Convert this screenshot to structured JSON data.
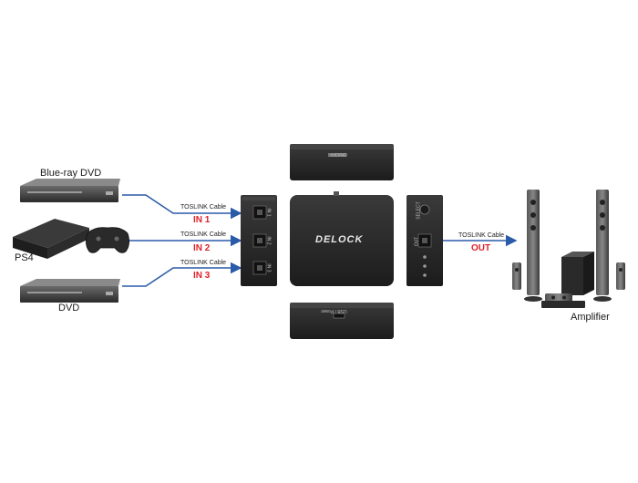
{
  "devices": {
    "bluray_label": "Blue-ray DVD",
    "ps4_label": "PS4",
    "dvd_label": "DVD",
    "amplifier_label": "Amplifier"
  },
  "cables": {
    "in1_cable": "TOSLINK Cable",
    "in2_cable": "TOSLINK Cable",
    "in3_cable": "TOSLINK Cable",
    "out_cable": "TOSLINK Cable"
  },
  "ports": {
    "in1": "IN 1",
    "in2": "IN 2",
    "in3": "IN 3",
    "out": "OUT"
  },
  "switch": {
    "brand": "DELOCK",
    "top_panel_label": "ON/OFF",
    "bottom_panel_label": "USB / Power",
    "side_out_label": "OUT",
    "side_select_label": "SELECT",
    "in_port_labels": [
      "IN 1",
      "IN 2",
      "IN 3"
    ]
  },
  "colors": {
    "cable": "#2a5aa8",
    "port_text": "#e0202a",
    "device_dark": "#2b2b2b"
  }
}
